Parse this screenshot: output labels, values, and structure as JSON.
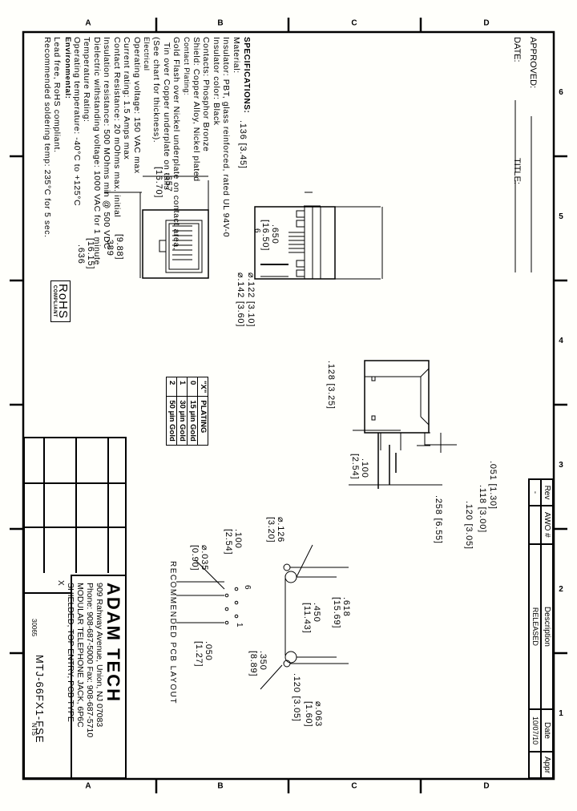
{
  "approval": {
    "approved_label": "APPROVED:",
    "date_label": "DATE:",
    "title_label": "TITLE:"
  },
  "grid": {
    "columns": [
      "6",
      "5",
      "4",
      "3",
      "2",
      "1"
    ],
    "rows": [
      "A",
      "B",
      "C",
      "D"
    ]
  },
  "specifications": {
    "heading": "SPECIFICATIONS:",
    "lines": [
      "Material:",
      "Insulator: PBT, glass reinforced, rated UL 94V-0",
      "Insulator color: Black",
      "Contacts: Phosphor Bronze",
      "Shield: Copper Alloy, Nickel plated",
      "Contact Plating:",
      "Gold Flash over Nickel underplate on contact area,",
      "  Tin over Copper underplate on tails",
      "(See chart for thickness).",
      "Electrical",
      "Operating voltage: 150 VAC max",
      "Current rating: 1.5 Amps max",
      "Contact Resistance: 20 mOhms max. initial",
      "Insulation resistance: 500 MOhms min @ 500 VDC",
      "Dielectric withstanding voltage: 1000 VAC for 1 minute",
      "Temperature Rating:",
      "Operating temperature: -40°C to +125°C",
      "Environmental:",
      "Lead free, RoHS compliant.",
      "Recommended soldering temp: 235°C for 5 sec."
    ]
  },
  "rohs_badge": {
    "big": "RoHS",
    "small": "COMPLIANT"
  },
  "side_view": {
    "dim_136": ".136 [3.45]",
    "dim_650": ".650",
    "dim_650_mm": "[16.50]",
    "pin_label": "6",
    "dim_122": "⌀.122 [3.10]",
    "dim_142": "⌀.142 [3.60]"
  },
  "front_view": {
    "dim_657": ".657",
    "dim_657_mm": "[16.70]",
    "dim_636": ".636",
    "dim_636_mm": "[16.15]",
    "dim_389": ".389",
    "dim_389_mm": "[9.88]"
  },
  "end_view": {
    "dim_128": ".128 [3.25]",
    "dim_100": ".100",
    "dim_100_mm": "[2.54]",
    "dim_051": ".051 [1.30]",
    "dim_118": ".118 [3.00]",
    "dim_120": ".120 [3.05]",
    "dim_258": ".258 [6.55]"
  },
  "plating_table": {
    "headers": [
      "\"X\"",
      "PLATING"
    ],
    "rows": [
      [
        "0",
        "15 µin Gold"
      ],
      [
        "1",
        "30 µin Gold"
      ],
      [
        "2",
        "50 µin Gold"
      ]
    ]
  },
  "pcb_layout": {
    "title": "RECOMMENDED PCB LAYOUT",
    "dim_126": "⌀.126",
    "dim_126_mm": "[3.20]",
    "dim_100": ".100",
    "dim_100_mm": "[2.54]",
    "dim_035": "⌀.035",
    "dim_035_mm": "[0.90]",
    "pin_6": "6",
    "pin_1": "1",
    "dim_050": ".050",
    "dim_050_mm": "[1.27]",
    "dim_618": ".618",
    "dim_618_mm": "[15.69]",
    "dim_450": ".450",
    "dim_450_mm": "[11.43]",
    "dim_350": ".350",
    "dim_350_mm": "[8.89]",
    "dim_120": ".120 [3.05]",
    "dim_063": "⌀.063",
    "dim_063_mm": "[1.60]"
  },
  "revision_table": {
    "headers": [
      "Rev",
      "AWO #",
      "Description",
      "Date",
      "Appr"
    ],
    "row": [
      "-",
      "",
      "RELEASED",
      "10/07/10",
      ""
    ]
  },
  "title_block": {
    "company": "ADAM TECH",
    "address": "909 Rahway Avenue, Union, NJ 07083",
    "phone": "Phone: 908-687-5000 Fax: 908-687-5710",
    "description_1": "MODULAR TELEPHONE JACK, 6P6C",
    "description_2": "SHIELDED, TOP ENTRY, PCB TYPE",
    "part_number": "MTJ-66FX1-FSE",
    "x_label": "X",
    "scale": "NTS",
    "code": "30065"
  }
}
